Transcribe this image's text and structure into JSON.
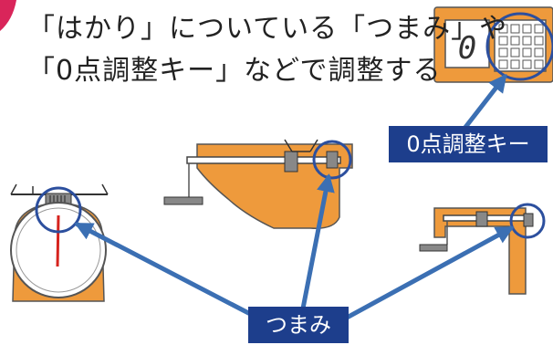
{
  "headline": {
    "line1": "「はかり」についている「つまみ」や",
    "line2": "「0点調整キー」などで調整する"
  },
  "labels": {
    "zero_adjust_key": "0点調整キー",
    "knob": "つまみ"
  },
  "digital_scale": {
    "display_digit": "0"
  },
  "colors": {
    "orange": "#ee9a3c",
    "navy": "#1d3e8c",
    "arrow_blue": "#3b6fb3",
    "highlight_ring": "#2c4f9e",
    "needle_red": "#d6231e"
  }
}
